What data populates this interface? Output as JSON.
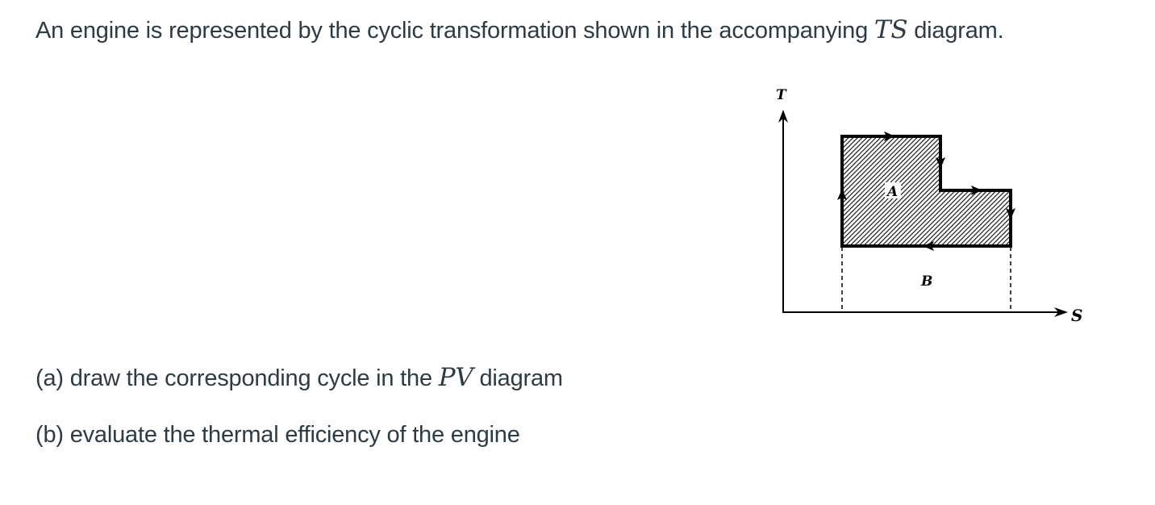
{
  "problem": {
    "intro": {
      "before": "An engine is represented by the cyclic transformation shown in the accompanying ",
      "math": "TS",
      "after": " diagram."
    },
    "parts": [
      {
        "before": "(a) draw the corresponding cycle in the ",
        "math": "PV",
        "after": " diagram"
      },
      {
        "text": "(b) evaluate the thermal efficiency of the engine"
      }
    ]
  },
  "diagram": {
    "type": "TS cycle diagram",
    "y_axis_label": "T",
    "x_axis_label": "S",
    "region_inside_cycle_label": "A",
    "region_below_cycle_label": "B",
    "cycle_direction": "clockwise",
    "cycle_outline_steps": [
      "isentropic heating (vertical up, left side)",
      "isothermal expansion at high T (top, rightward)",
      "isentropic cooling to intermediate T (vertical down)",
      "isothermal at intermediate T (rightward)",
      "isentropic cooling to low T (vertical down, right side)",
      "isothermal at low T (bottom, leftward)"
    ],
    "colors": {
      "line": "#000000",
      "hatch": "#000000",
      "background": "#ffffff"
    }
  }
}
